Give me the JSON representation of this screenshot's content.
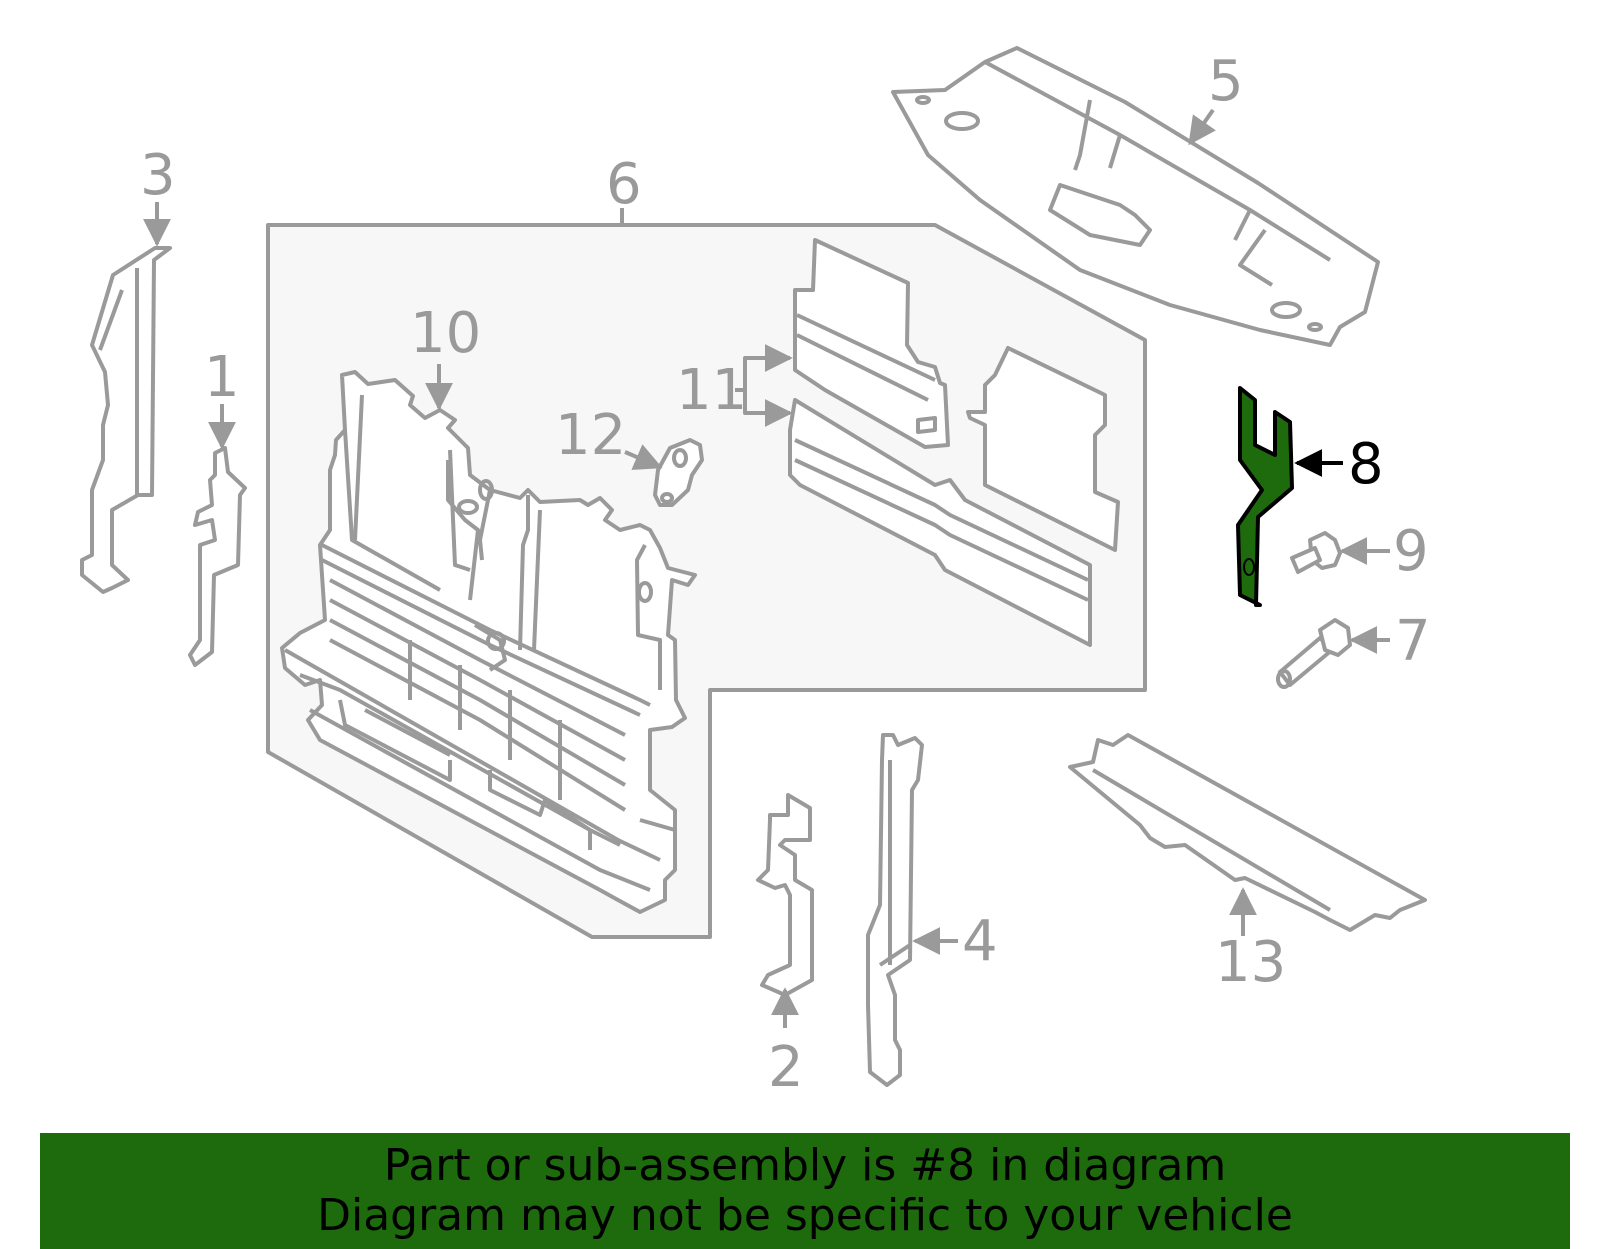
{
  "colors": {
    "line": "#9a9a9a",
    "panel_fill": "#f7f7f7",
    "highlight": "#1e6b0e",
    "banner_bg": "#1e6b0e",
    "text_highlight": "#000000"
  },
  "callouts": {
    "p1": "1",
    "p2": "2",
    "p3": "3",
    "p4": "4",
    "p5": "5",
    "p6": "6",
    "p7": "7",
    "p8": "8",
    "p9": "9",
    "p10": "10",
    "p11": "11",
    "p12": "12",
    "p13": "13"
  },
  "highlighted_part": "8",
  "banner": {
    "line1": "Part or sub-assembly is #8 in diagram",
    "line2": "Diagram may not be specific to your vehicle"
  }
}
